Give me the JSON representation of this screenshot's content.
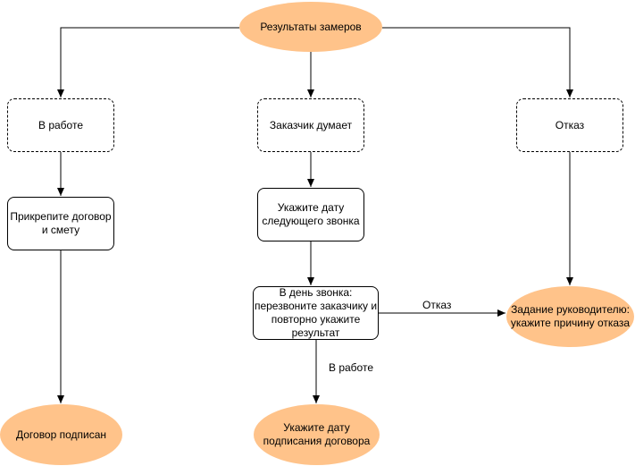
{
  "nodes": {
    "results": "Результаты замеров",
    "in_work": "В работе",
    "client_thinking": "Заказчик думает",
    "refusal": "Отказ",
    "attach_contract": "Прикрепите договор\nи смету",
    "next_call_date": "Укажите дату\nследующего звонка",
    "call_day": "В день звонка:\nперезвоните заказчику и\nповторно укажите\nрезультат",
    "manager_task": "Задание руководителю:\nукажите причину отказа",
    "contract_signed": "Договор подписан",
    "signing_date": "Укажите дату\nподписания договора"
  },
  "edge_labels": {
    "refusal_edge": "Отказ",
    "in_work_edge": "В работе"
  },
  "colors": {
    "ellipse_fill": "#ffc38a",
    "stroke": "#000000"
  }
}
